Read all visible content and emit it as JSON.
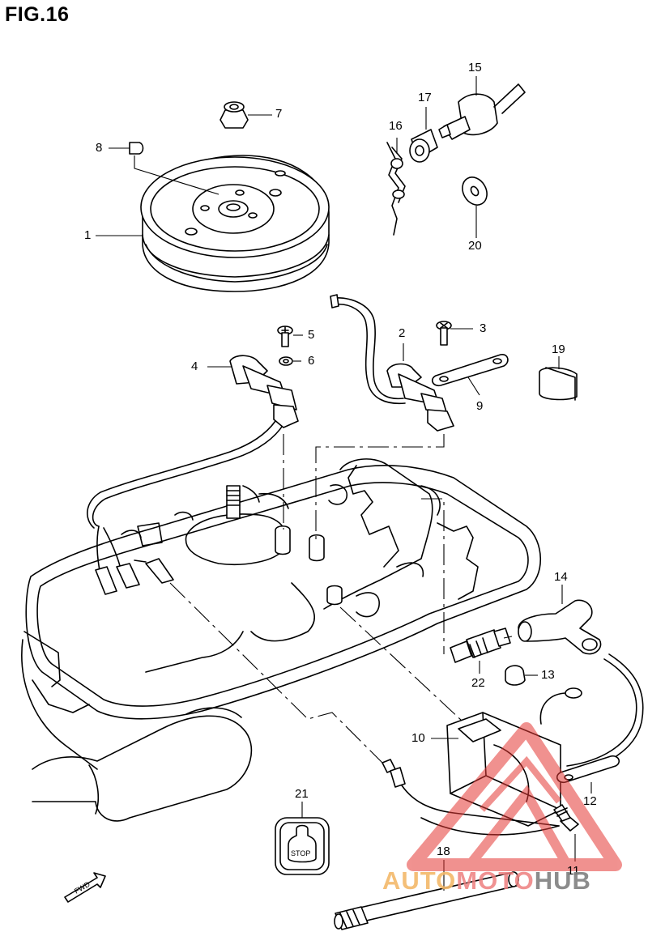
{
  "figure": {
    "title": "FIG.16"
  },
  "callouts": {
    "c1": "1",
    "c2": "2",
    "c3": "3",
    "c4": "4",
    "c5": "5",
    "c6": "6",
    "c7": "7",
    "c8": "8",
    "c9": "9",
    "c10": "10",
    "c11": "11",
    "c12": "12",
    "c13": "13",
    "c14": "14",
    "c15": "15",
    "c16": "16",
    "c17": "17",
    "c18": "18",
    "c19": "19",
    "c20": "20",
    "c21": "21",
    "c22": "22"
  },
  "labels": {
    "stop": "STOP",
    "fwd": "FWD"
  },
  "watermark": {
    "part1": "AUTO",
    "part2": "MOTO",
    "part3": "HUB"
  },
  "colors": {
    "line": "#000000",
    "watermark_red": "#e53935",
    "watermark_orange": "#f3b96a",
    "watermark_gray": "#808080"
  }
}
